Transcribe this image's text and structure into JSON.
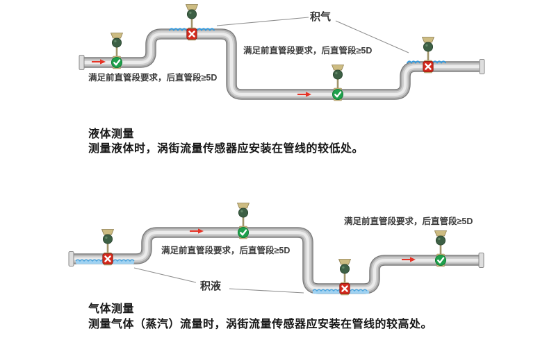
{
  "colors": {
    "pipe_gray": "#ababab",
    "pipe_edge": "#787878",
    "pipe_highlight": "#ebebeb",
    "flange_gray": "#dedede",
    "correct_green": "#1fa04c",
    "incorrect_red": "#d3291c",
    "water_blue": "#9fd2f2",
    "wave_blue": "#2f9ae0",
    "sensor_head_green": "#3d6045",
    "sensor_mount_tan": "#cdbc82",
    "flow_arrow_red": "#e63326",
    "annotation_line_gray": "#8f8f8f",
    "text_dark": "#161616"
  },
  "icons": {
    "correct-marker-icon": "✓",
    "incorrect-marker-icon": "✗",
    "flow-arrow-icon": "→",
    "wave-icon": "〜",
    "vortex-sensor-icon": "sensor head on stem"
  },
  "diagrams": {
    "liquid": {
      "title": "液体测量",
      "description": "测量液体时，涡街流量传感器应安装在管线的较低处。",
      "gas_pocket_label": "积气",
      "note_left": "满足前直管段要求，后直管段≥5D",
      "note_middle": "满足前直管段要求，后直管段≥5D"
    },
    "gas": {
      "title": "气体测量",
      "description": "测量气体（蒸汽）流量时，涡街流量传感器应安装在管线的较高处。",
      "liquid_pocket_label": "积液",
      "note_middle": "满足前直管段要求，后直管段≥5D",
      "note_right": "满足前直管段要求，后直管段≥5D"
    }
  }
}
